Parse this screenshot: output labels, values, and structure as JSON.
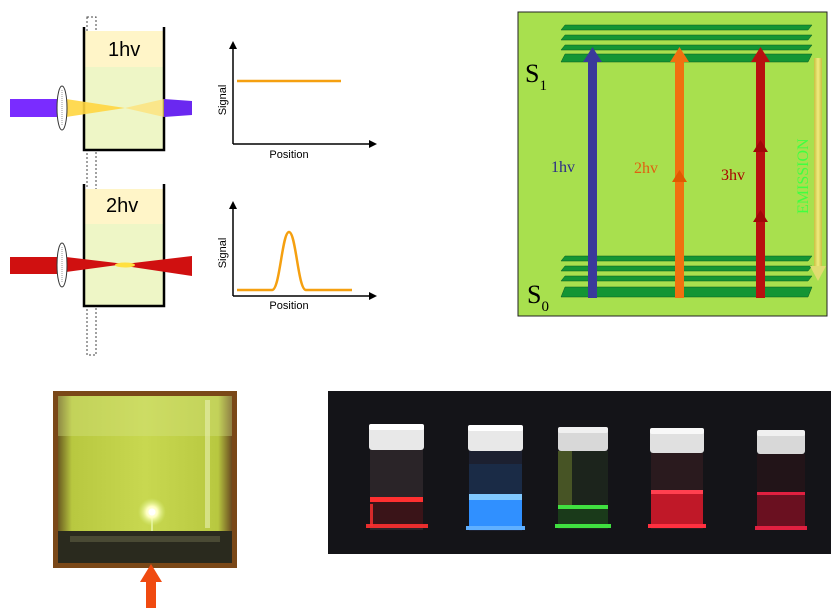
{
  "top_panel": {
    "cuvette1_label": "1hv",
    "cuvette2_label": "2hv",
    "graph1": {
      "ylabel": "Signal",
      "xlabel": "Position"
    },
    "graph2": {
      "ylabel": "Signal",
      "xlabel": "Position"
    }
  },
  "jablonski": {
    "upper_state": "S",
    "upper_sub": "1",
    "lower_state": "S",
    "lower_sub": "0",
    "arrow1": "1hv",
    "arrow2": "2hv",
    "arrow3": "3hv",
    "emission": "EMISSION",
    "colors": {
      "background": "#a8e04e",
      "levels": "#118a2e",
      "arrow1": "#3a3a9a",
      "arrow2": "#f07010",
      "arrow3": "#b81010",
      "emission": "#e6e060",
      "emission_text": "#40ff40"
    }
  },
  "photos": {
    "cuvette_photo": "cuvette-fluorescence-photo",
    "vials_photo": "five-fluorescent-vials-photo",
    "vial_colors": [
      "#ff3030",
      "#3090ff",
      "#40e040",
      "#ff3040",
      "#e02040"
    ]
  }
}
